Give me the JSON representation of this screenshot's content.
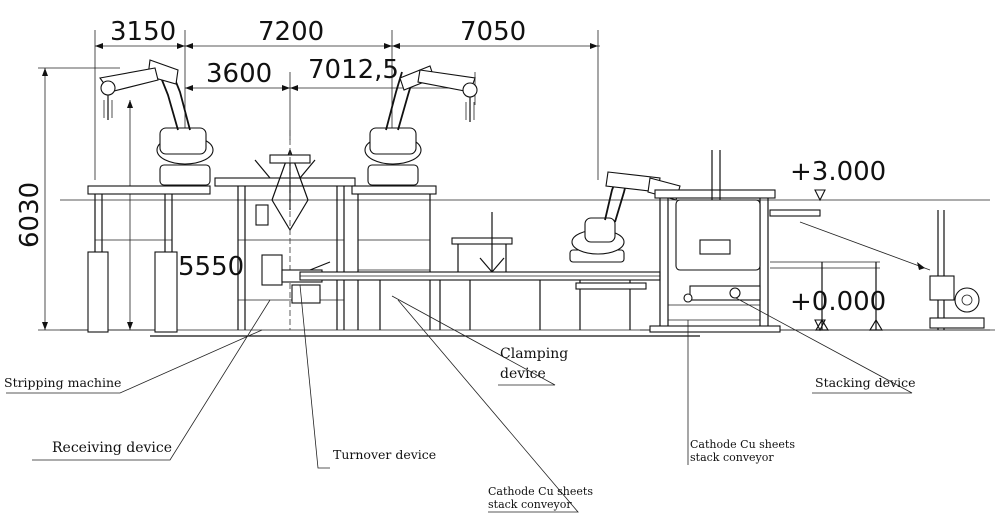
{
  "dimensions": {
    "top_1": "3150",
    "top_2": "7200",
    "top_3": "7050",
    "mid_1": "3600",
    "mid_2": "7012,5",
    "height_total": "6030",
    "height_inner": "5550",
    "level_upper": "+3.000",
    "level_lower": "+0.000"
  },
  "callouts": {
    "stripping_machine": "Stripping machine",
    "receiving_device": "Receiving device",
    "turnover_device": "Turnover device",
    "clamping_device_1": "Clamping",
    "clamping_device_2": "device",
    "stack_conveyor_left_1": "Cathode Cu sheets",
    "stack_conveyor_left_2": "stack conveyor",
    "stack_conveyor_right_1": "Cathode Cu sheets",
    "stack_conveyor_right_2": "stack conveyor",
    "stacking_device": "Stacking device"
  }
}
